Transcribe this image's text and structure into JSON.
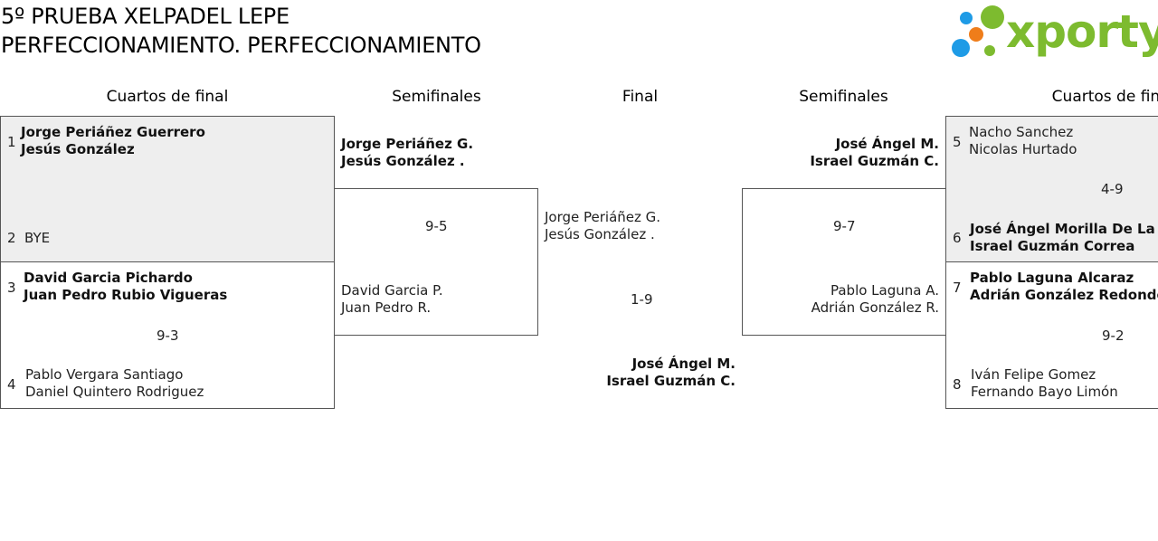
{
  "title": {
    "line1": "5º PRUEBA XELPADEL LEPE",
    "line2": "PERFECCIONAMIENTO. PERFECCIONAMIENTO"
  },
  "logo": {
    "text": "xporty",
    "colors": [
      "#1e9be6",
      "#7dbb2f",
      "#ef7d1a"
    ]
  },
  "rounds": {
    "left_qf": "Cuartos de final",
    "left_sf": "Semifinales",
    "final": "Final",
    "right_sf": "Semifinales",
    "right_qf": "Cuartos de final"
  },
  "left_qf": [
    {
      "seed_a": "1",
      "a1": "Jorge Periáñez Guerrero",
      "a2": "Jesús González",
      "seed_b": "2",
      "b1": "BYE",
      "b2": "",
      "score": ""
    },
    {
      "seed_a": "3",
      "a1": "David Garcia Pichardo",
      "a2": "Juan Pedro Rubio Vigueras",
      "seed_b": "4",
      "b1": "Pablo Vergara Santiago",
      "b2": "Daniel Quintero Rodriguez",
      "score": "9-3"
    }
  ],
  "left_sf": {
    "a1": "Jorge Periáñez G.",
    "a2": "Jesús González .",
    "score": "9-5",
    "b1": "David Garcia P.",
    "b2": "Juan Pedro R."
  },
  "final": {
    "a1": "Jorge Periáñez G.",
    "a2": "Jesús González .",
    "score": "1-9",
    "b1": "José Ángel M.",
    "b2": "Israel Guzmán C."
  },
  "right_sf": {
    "a1": "José Ángel M.",
    "a2": "Israel Guzmán C.",
    "score": "9-7",
    "b1": "Pablo Laguna A.",
    "b2": "Adrián González R."
  },
  "right_qf": [
    {
      "seed_a": "5",
      "a1": "Nacho Sanchez",
      "a2": "Nicolas Hurtado",
      "seed_b": "6",
      "b1": "José Ángel Morilla De La Rosa",
      "b2": "Israel Guzmán Correa",
      "score": "4-9"
    },
    {
      "seed_a": "7",
      "a1": "Pablo Laguna Alcaraz",
      "a2": "Adrián González Redondo",
      "seed_b": "8",
      "b1": "Iván Felipe Gomez",
      "b2": "Fernando Bayo Limón",
      "score": "9-2"
    }
  ]
}
